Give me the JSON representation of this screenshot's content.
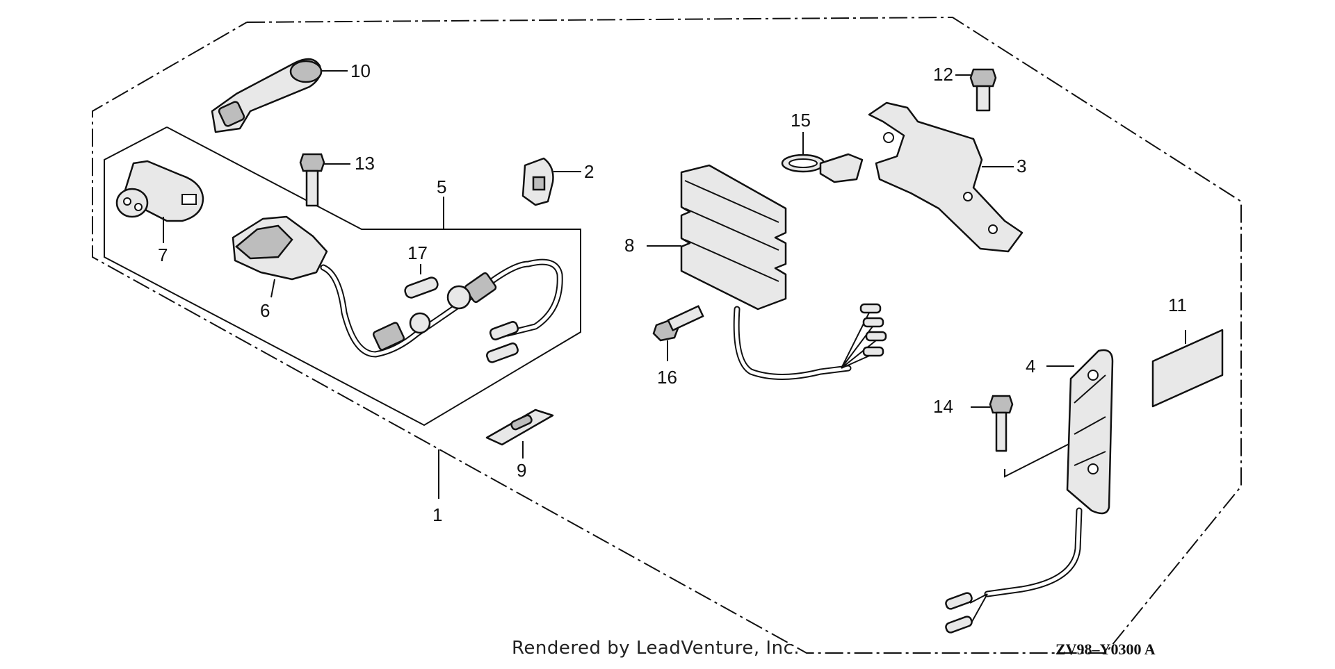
{
  "callouts": {
    "c1": "1",
    "c2": "2",
    "c3": "3",
    "c4": "4",
    "c5": "5",
    "c6": "6",
    "c7": "7",
    "c8": "8",
    "c9": "9",
    "c10": "10",
    "c11": "11",
    "c12": "12",
    "c13": "13",
    "c14": "14",
    "c15": "15",
    "c16": "16",
    "c17": "17"
  },
  "footer": {
    "credit": "Rendered by LeadVenture, Inc.",
    "code": "ZV98–Y0300 A"
  }
}
